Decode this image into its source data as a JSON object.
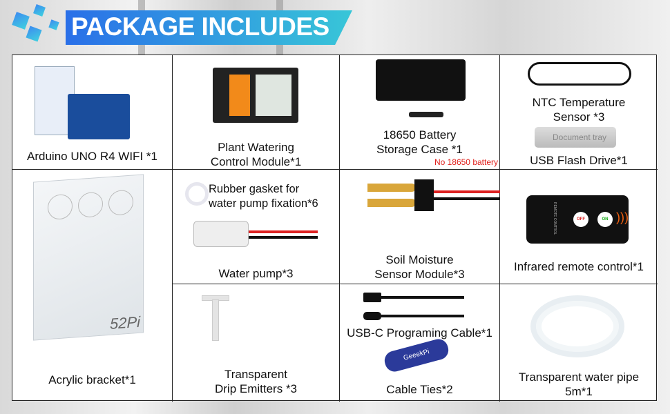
{
  "header": {
    "title": "PACKAGE INCLUDES",
    "accent": "#2a6fe8"
  },
  "items": {
    "arduino": {
      "label": "Arduino UNO R4 WIFI *1"
    },
    "plant_module": {
      "label_line1": "Plant Watering",
      "label_line2": "Control Module*1"
    },
    "battery_case": {
      "label_line1": "18650 Battery",
      "label_line2": "Storage Case *1",
      "note": "No 18650 battery"
    },
    "ntc_sensor": {
      "label_line1": "NTC Temperature",
      "label_line2": "Sensor *3"
    },
    "usb_flash": {
      "label": "USB Flash Drive*1",
      "drive_text": "Document tray"
    },
    "acrylic": {
      "label": "Acrylic bracket*1",
      "logo": "52Pi"
    },
    "gasket": {
      "label_line1": "Rubber gasket for",
      "label_line2": "water pump fixation*6"
    },
    "water_pump": {
      "label": "Water pump*3"
    },
    "soil_sensor": {
      "label_line1": "Soil Moisture",
      "label_line2": "Sensor Module*3"
    },
    "ir_remote": {
      "label": "Infrared remote control*1",
      "remote_text": "REMOTE CONTROL",
      "off": "OFF",
      "on": "ON"
    },
    "drip": {
      "label_line1": "Transparent",
      "label_line2": "Drip Emitters *3"
    },
    "usb_c": {
      "label": "USB-C Programing Cable*1"
    },
    "cable_ties": {
      "label": "Cable Ties*2",
      "tie_text": "GeeekPi"
    },
    "water_pipe": {
      "label_line1": "Transparent water pipe",
      "label_line2": "5m*1"
    }
  }
}
